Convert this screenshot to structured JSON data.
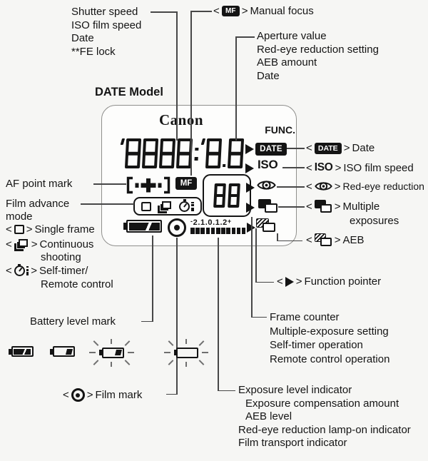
{
  "colors": {
    "ink": "#141414",
    "page_bg": "#f6f6f4",
    "panel_bg": "#fdfdfc",
    "panel_border": "#8f8f8c",
    "line": "#474747"
  },
  "brackets": {
    "open": "<",
    "close": ">"
  },
  "top_left_block": {
    "lines": [
      "Shutter speed",
      "ISO film speed",
      "Date",
      "**FE lock"
    ]
  },
  "manual_focus": {
    "badge": "MF",
    "label": "Manual focus"
  },
  "top_right_block": {
    "lines": [
      "Aperture value",
      "Red-eye reduction setting",
      "AEB amount",
      "Date"
    ]
  },
  "model_label": "DATE Model",
  "panel": {
    "brand": "Canon",
    "func": "FUNC.",
    "main_display": "8888:88",
    "mf_badge": "MF",
    "date_badge": "DATE",
    "iso": "ISO",
    "frame_counter": "88",
    "exposure_scale": {
      "minus": "-",
      "numbers": "2.1.0.1.2",
      "plus": "+",
      "blocks": 11
    },
    "icons": [
      "af-point-mark",
      "single-frame",
      "continuous-shooting",
      "self-timer",
      "battery",
      "film-mark",
      "function-pointer",
      "red-eye",
      "multiple-exposures",
      "aeb"
    ]
  },
  "left_labels": {
    "af_point": "AF point mark",
    "film_advance_1": "Film advance",
    "film_advance_2": "mode",
    "single_frame": "Single frame",
    "continuous_1": "Continuous",
    "continuous_2": "shooting",
    "self_timer_1": "Self-timer/",
    "self_timer_2": "Remote control"
  },
  "right_labels": {
    "date": "Date",
    "iso_glyph": "ISO",
    "iso": "ISO film speed",
    "red_eye": "Red-eye reduction",
    "multiple_1": "Multiple",
    "multiple_2": "exposures",
    "aeb": "AEB",
    "function_pointer": "Function pointer"
  },
  "bottom_labels": {
    "battery": "Battery level mark",
    "film_mark": "Film mark",
    "frame_counter_block": [
      "Frame counter",
      "Multiple-exposure setting",
      "Self-timer operation",
      "Remote control operation"
    ],
    "exposure_block": [
      "Exposure level indicator",
      "Exposure compensation amount",
      "AEB level",
      "Red-eye reduction lamp-on indicator",
      "Film transport indicator"
    ]
  },
  "battery_states": [
    "full",
    "low",
    "low-blinking",
    "empty-blinking"
  ]
}
